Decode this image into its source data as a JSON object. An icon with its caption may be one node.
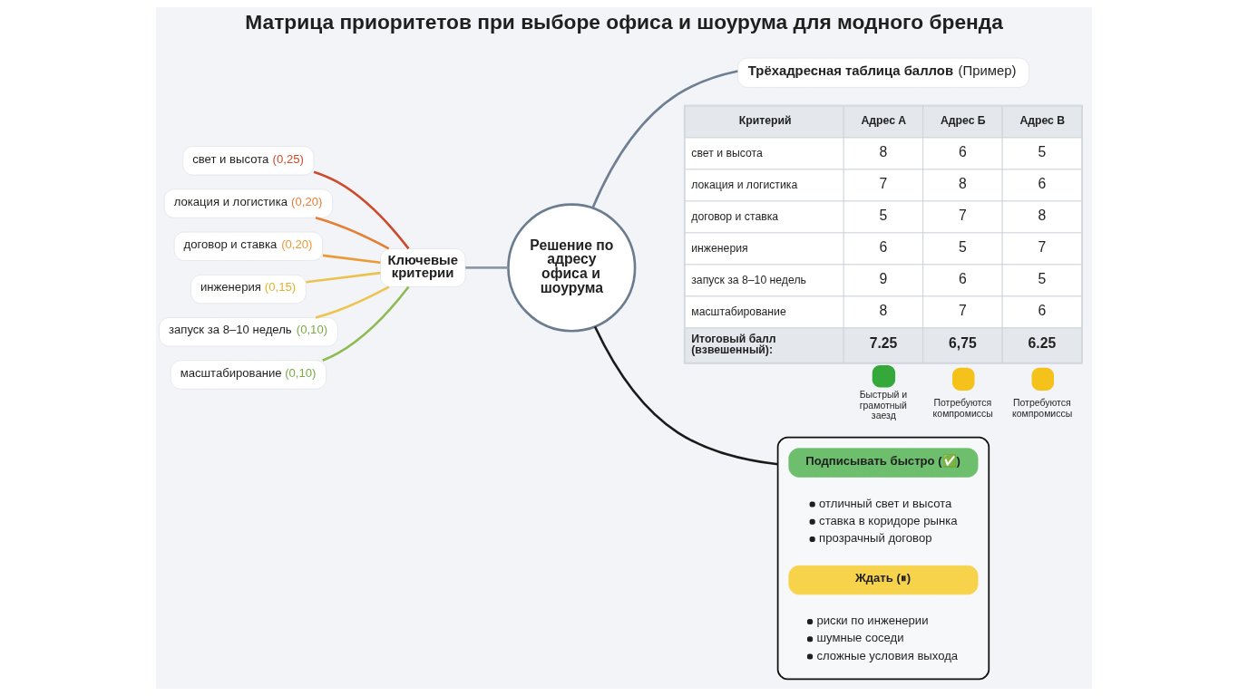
{
  "diagram": {
    "title": "Матрица приоритетов при выборе офиса и шоурума для модного бренда",
    "nodes": [
      {
        "text": [
          "свет и высота",
          "(0,25)"
        ]
      },
      {
        "text": [
          "локация и логистика",
          "(0,20)"
        ]
      },
      {
        "text": [
          "договор и ставка",
          "(0,20)"
        ]
      },
      {
        "text": [
          "инженерия",
          "(0,15)"
        ]
      },
      {
        "text": [
          "запуск за 8–10 недель",
          "(0,10)"
        ]
      },
      {
        "text": [
          "масштабирование",
          "(0,10)"
        ]
      },
      {
        "text": [
          "Ключевые критерии"
        ]
      },
      {
        "text": [
          "Решение по адресу офиса и шоурума"
        ]
      },
      {
        "text": [
          "Трёхадресная таблица баллов",
          "(Пример)"
        ]
      },
      {
        "text": [],
        "shape": "box"
      },
      {
        "text": [
          "Подписывать быстро (✅)"
        ],
        "in": 9,
        "beside": [
          "отличный свет и высота",
          "ставка в коридоре рынка",
          "прозрачный договор"
        ]
      },
      {
        "text": [
          "Ждать (⏸)"
        ],
        "in": 9,
        "beside": [
          "риски по инженерии",
          "шумные соседи",
          "сложные условия выхода"
        ]
      }
    ],
    "edges": [
      {
        "from": 0,
        "to": 6,
        "arrow": "none",
        "color": "#cf4a2c"
      },
      {
        "from": 1,
        "to": 6,
        "arrow": "none",
        "color": "#e57f36"
      },
      {
        "from": 2,
        "to": 6,
        "arrow": "none",
        "color": "#eb9a38"
      },
      {
        "from": 3,
        "to": 6,
        "arrow": "none",
        "color": "#ecc24e"
      },
      {
        "from": 4,
        "to": 6,
        "arrow": "none",
        "color": "#eec44f"
      },
      {
        "from": 5,
        "to": 6,
        "arrow": "none",
        "color": "#8dbb52"
      },
      {
        "from": 6,
        "to": 7,
        "arrow": "none",
        "color": "#8d99a8"
      },
      {
        "from": 7,
        "to": 8,
        "arrow": "none",
        "color": "#6e7f93"
      },
      {
        "from": 7,
        "to": 9,
        "arrow": "none",
        "color": "#1a1a1a"
      }
    ],
    "labels": [
      "Критерий",
      "Адрес А",
      "Адрес Б",
      "Адрес В",
      "свет и высота",
      "8",
      "6",
      "5",
      "локация и логистика",
      "7",
      "8",
      "6",
      "договор и ставка",
      "5",
      "7",
      "8",
      "инженерия",
      "6",
      "5",
      "7",
      "запуск за 8–10 недель",
      "9",
      "6",
      "5",
      "масштабирование",
      "8",
      "7",
      "6",
      "Итоговый балл (взвешенный):",
      "7.25",
      "6,75",
      "6.25",
      "Быстрый и грамотный заезд",
      "Потребуются компромиссы",
      "Потребуются компромиссы"
    ]
  }
}
